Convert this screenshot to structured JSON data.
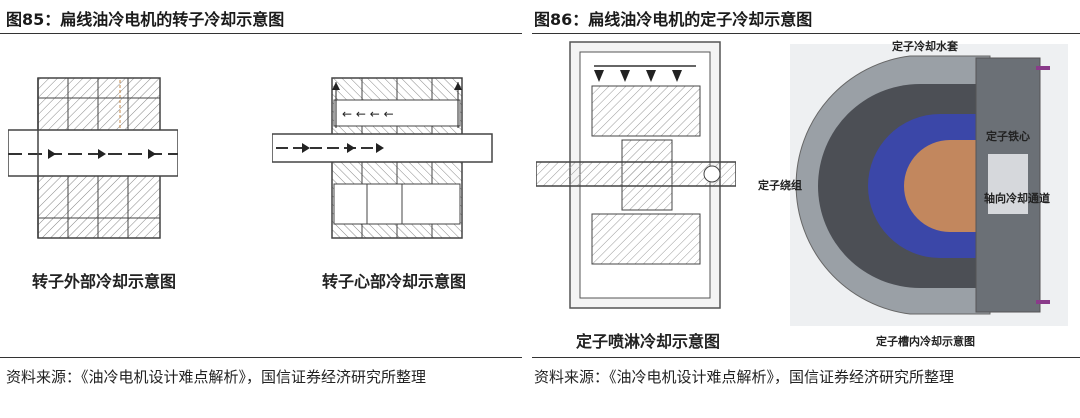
{
  "left": {
    "title": "图85：扁线油冷电机的转子冷却示意图",
    "sub_left": "转子外部冷却示意图",
    "sub_right": "转子心部冷却示意图",
    "source": "资料来源：《油冷电机设计难点解析》，国信证券经济研究所整理"
  },
  "right": {
    "title": "图86：扁线油冷电机的定子冷却示意图",
    "sub_left": "定子喷淋冷却示意图",
    "photo_top": "定子冷却水套",
    "label_core": "定子铁心",
    "label_winding": "定子绕组",
    "label_axial": "轴向冷却通道",
    "photo_bottom": "定子槽内冷却示意图",
    "source": "资料来源：《油冷电机设计难点解析》，国信证券经济研究所整理"
  }
}
